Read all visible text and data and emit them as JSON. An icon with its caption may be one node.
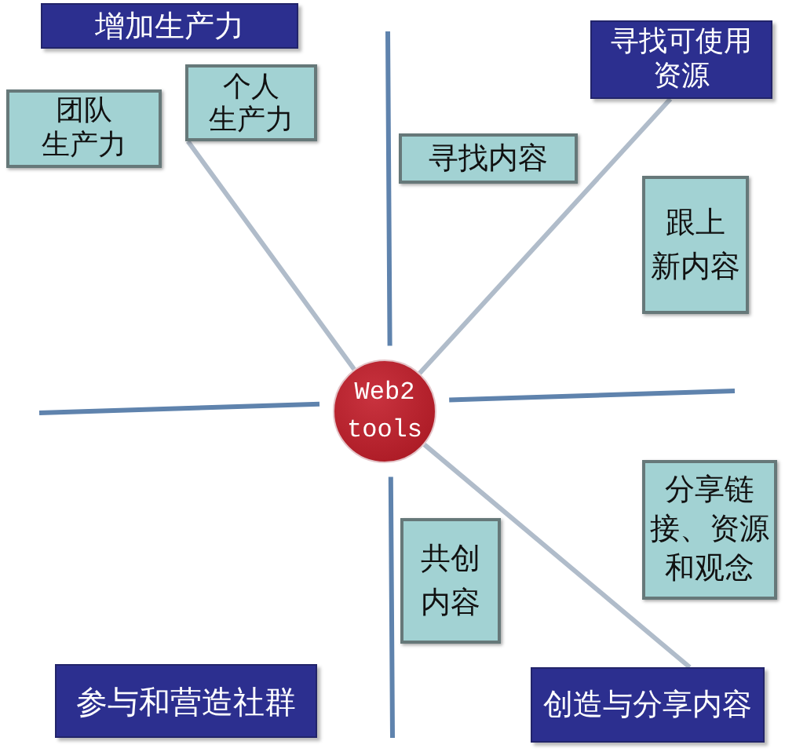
{
  "diagram": {
    "nodes": [
      {
        "text": [
          "增加生产力"
        ]
      },
      {
        "text": [
          "寻找可使用资源"
        ]
      },
      {
        "text": [
          "个人生产力"
        ]
      },
      {
        "text": [
          "团队生产力"
        ]
      },
      {
        "text": [
          "寻找内容"
        ]
      },
      {
        "text": [
          "跟上新内容"
        ]
      },
      {
        "text": [
          "Web2 tools"
        ]
      },
      {
        "text": [
          "分享链接、资源和观念"
        ]
      },
      {
        "text": [
          "共创内容"
        ]
      },
      {
        "text": [
          "参与和营造社群"
        ]
      },
      {
        "text": [
          "创造与分享内容"
        ]
      }
    ],
    "edges": [
      {
        "from": 6,
        "to": 2,
        "arrow": "none"
      },
      {
        "from": 6,
        "to": 1,
        "arrow": "none"
      },
      {
        "from": 6,
        "to": 10,
        "arrow": "none"
      }
    ]
  }
}
